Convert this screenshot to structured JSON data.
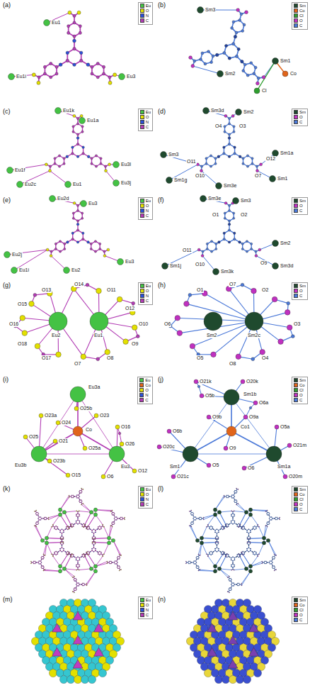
{
  "diagram": {
    "labels": [
      "(a)",
      "(b)",
      "(c)",
      "(d)",
      "(e)",
      "(f)",
      "(g)",
      "(h)",
      "(i)",
      "(j)",
      "(k)",
      "(l)",
      "(m)",
      "(n)",
      "Eu1",
      "Eu1i",
      "Eu3",
      "Sm3",
      "Sm2",
      "Sm1",
      "Cl",
      "Co",
      "Eu1k",
      "Eu1a",
      "Eu1f",
      "Eu2c",
      "Eu1",
      "Eu3l",
      "Eu3j",
      "Sm3d",
      "Sm2",
      "Sm3",
      "Sm1g",
      "Sm3e",
      "Sm1a",
      "Sm1",
      "O4",
      "O3",
      "O11",
      "O10",
      "O7",
      "O12",
      "Eu2d",
      "Eu3",
      "Eu2j",
      "Eu1i",
      "Eu2",
      "Eu3",
      "Sm3e",
      "Sm3",
      "Sm2",
      "Sm3d",
      "Sm3k",
      "Sm1j",
      "O1",
      "O2",
      "O11",
      "O10",
      "O9",
      "Eu2",
      "Eu1",
      "O13",
      "O14",
      "O11",
      "O12",
      "O10",
      "O9",
      "O8",
      "O7",
      "O17",
      "O18",
      "O16",
      "O15",
      "Sm2",
      "Sm2c",
      "O1",
      "O7",
      "O2",
      "O3",
      "O4",
      "O8",
      "O5",
      "O6",
      "Eu3a",
      "O25b",
      "O23a",
      "O24",
      "O23",
      "Co",
      "O16",
      "O25",
      "O21",
      "O26",
      "O25a",
      "Eu3b",
      "O23b",
      "Eu3",
      "O12",
      "O15",
      "O6",
      "O21k",
      "O20k",
      "Sm1b",
      "O5b",
      "O6a",
      "O9b",
      "O9a",
      "Co1",
      "O5a",
      "O6b",
      "O20c",
      "O9",
      "Sm1",
      "O5",
      "O6",
      "Sm1a",
      "O21m",
      "O21c",
      "O20m"
    ],
    "legend": [
      {
        "text": "Eu",
        "color": "#44c244"
      },
      {
        "text": "O",
        "color": "#e3e000"
      },
      {
        "text": "N",
        "color": "#2b4fd6"
      },
      {
        "text": "C",
        "color": "#b23cb4"
      },
      {
        "text": "Sm",
        "color": "#1f4a2e"
      },
      {
        "text": "Co",
        "color": "#e0641a"
      },
      {
        "text": "Cl",
        "color": "#2e9e2e"
      },
      {
        "text": "O",
        "color": "#c030c0"
      },
      {
        "text": "C",
        "color": "#4a78d8"
      },
      {
        "text": "Eu",
        "color": "#44c244"
      },
      {
        "text": "O",
        "color": "#e3e000"
      },
      {
        "text": "N",
        "color": "#2b4fd6"
      },
      {
        "text": "C",
        "color": "#b23cb4"
      },
      {
        "text": "Sm",
        "color": "#1f4a2e"
      },
      {
        "text": "O",
        "color": "#c030c0"
      },
      {
        "text": "C",
        "color": "#4a78d8"
      },
      {
        "text": "Eu",
        "color": "#44c244"
      },
      {
        "text": "O",
        "color": "#e3e000"
      },
      {
        "text": "N",
        "color": "#2b4fd6"
      },
      {
        "text": "C",
        "color": "#b23cb4"
      },
      {
        "text": "Sm",
        "color": "#1f4a2e"
      },
      {
        "text": "O",
        "color": "#c030c0"
      },
      {
        "text": "C",
        "color": "#4a78d8"
      },
      {
        "text": "Eu",
        "color": "#44c244"
      },
      {
        "text": "O",
        "color": "#e3e000"
      },
      {
        "text": "N",
        "color": "#2b4fd6"
      },
      {
        "text": "C",
        "color": "#b23cb4"
      },
      {
        "text": "Sm",
        "color": "#1f4a2e"
      },
      {
        "text": "O",
        "color": "#c030c0"
      },
      {
        "text": "C",
        "color": "#4a78d8"
      },
      {
        "text": "Eu",
        "color": "#44c244"
      },
      {
        "text": "Co",
        "color": "#e0641a"
      },
      {
        "text": "O",
        "color": "#e3e000"
      },
      {
        "text": "N",
        "color": "#2b4fd6"
      },
      {
        "text": "C",
        "color": "#b23cb4"
      },
      {
        "text": "Sm",
        "color": "#1f4a2e"
      },
      {
        "text": "Co",
        "color": "#e0641a"
      },
      {
        "text": "Cl",
        "color": "#2e9e2e"
      },
      {
        "text": "O",
        "color": "#c030c0"
      },
      {
        "text": "C",
        "color": "#4a78d8"
      },
      {
        "text": "Eu",
        "color": "#44c244"
      },
      {
        "text": "O",
        "color": "#e3e000"
      },
      {
        "text": "N",
        "color": "#2b4fd6"
      },
      {
        "text": "C",
        "color": "#b23cb4"
      },
      {
        "text": "Sm",
        "color": "#1f4a2e"
      },
      {
        "text": "Co",
        "color": "#e0641a"
      },
      {
        "text": "Cl",
        "color": "#2e9e2e"
      },
      {
        "text": "O",
        "color": "#c030c0"
      },
      {
        "text": "C",
        "color": "#4a78d8"
      },
      {
        "text": "Eu",
        "color": "#44c244"
      },
      {
        "text": "O",
        "color": "#e3e000"
      },
      {
        "text": "N",
        "color": "#2b4fd6"
      },
      {
        "text": "C",
        "color": "#b23cb4"
      },
      {
        "text": "Sm",
        "color": "#1f4a2e"
      },
      {
        "text": "Co",
        "color": "#e0641a"
      },
      {
        "text": "Cl",
        "color": "#2e9e2e"
      },
      {
        "text": "O",
        "color": "#c030c0"
      },
      {
        "text": "C",
        "color": "#4a78d8"
      }
    ]
  }
}
